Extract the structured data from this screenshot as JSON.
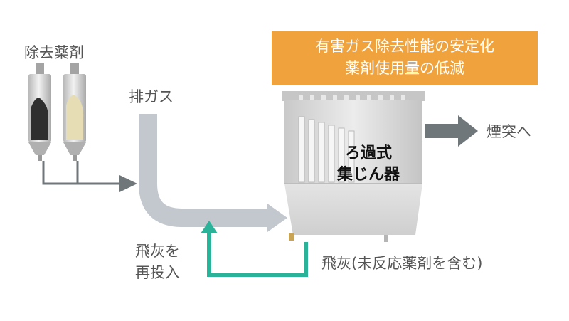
{
  "labels": {
    "reagent": "除去薬剤",
    "exhaust_gas": "排ガス",
    "to_chimney": "煙突へ",
    "reinject_line1": "飛灰を",
    "reinject_line2": "再投入",
    "fly_ash": "飛灰(未反応薬剤を含む)",
    "collector_line1": "ろ過式",
    "collector_line2": "集じん器"
  },
  "banner": {
    "line1": "有害ガス除去性能の安定化",
    "line2": "薬剤使用量の低減"
  },
  "colors": {
    "banner_fill": "#f0a23c",
    "gas_duct": "#c3c8ce",
    "flow_arrow": "#6f777b",
    "recycle_arrow": "#2bb39a",
    "collector_body": "#dedede",
    "label_text": "#555555"
  }
}
